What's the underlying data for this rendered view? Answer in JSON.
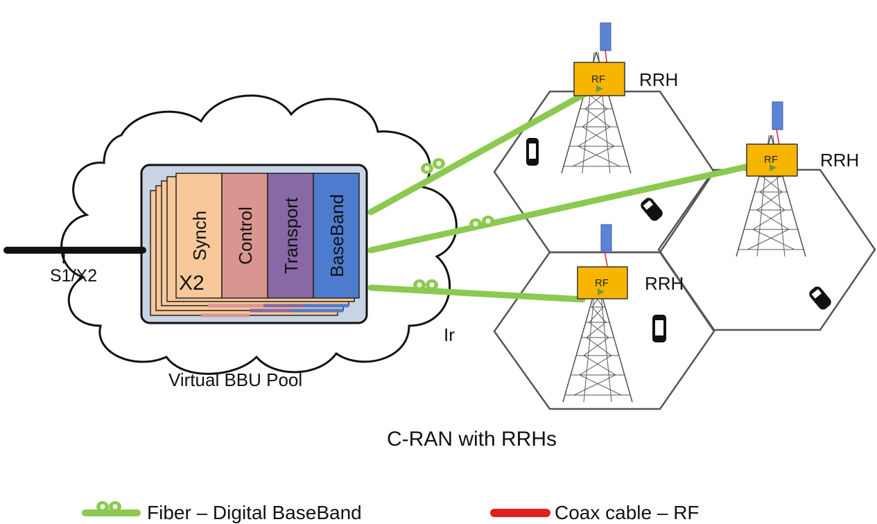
{
  "labels": {
    "s1x2": "S1/X2",
    "x2": "X2",
    "ir": "Ir",
    "pool": "Virtual BBU Pool",
    "title": "C-RAN with RRHs",
    "rrh": "RRH",
    "rf": "RF"
  },
  "blocks": [
    {
      "label": "Synch",
      "color": "#f8c89a"
    },
    {
      "label": "Control",
      "color": "#d99590"
    },
    {
      "label": "Transport",
      "color": "#8a68a6"
    },
    {
      "label": "BaseBand",
      "color": "#4d7ccf"
    }
  ],
  "legend": {
    "fiber": "Fiber – Digital BaseBand",
    "coax": "Coax cable – RF"
  },
  "colors": {
    "fiber": "#8cc950",
    "coax": "#e02020",
    "rf_box": "#f7b500",
    "antenna": "#5b84d6",
    "pool_bg": "#c8d4e4"
  }
}
